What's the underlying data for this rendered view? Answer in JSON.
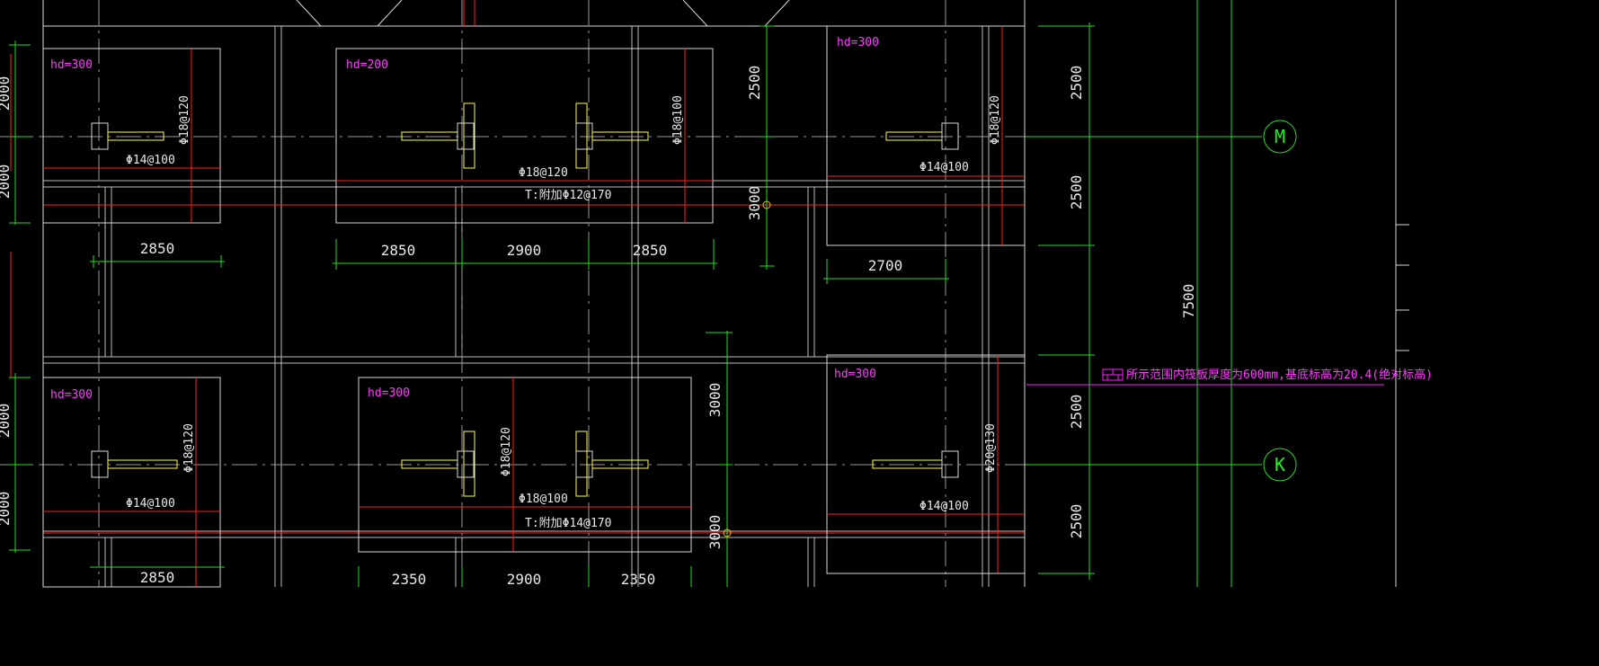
{
  "colors": {
    "background": "#000000",
    "outline": "#d8d8d8",
    "rebar": "#ff2020",
    "dimension": "#22dd22",
    "column": "#ffff40",
    "note": "#ff3cff"
  },
  "axes": {
    "M": "M",
    "K": "K"
  },
  "caps": [
    {
      "id": "c1",
      "hd": "hd=300",
      "bar_v": "Φ18@120",
      "bar_h": "Φ14@100"
    },
    {
      "id": "c2",
      "hd": "hd=200",
      "bar_v": "Φ18@100",
      "bar_h": "Φ18@120",
      "top_bar": "T:附加Φ12@170"
    },
    {
      "id": "c3",
      "hd": "hd=300",
      "bar_v": "Φ18@120",
      "bar_h": "Φ14@100"
    },
    {
      "id": "c4",
      "hd": "hd=300",
      "bar_v": "Φ18@120",
      "bar_h": "Φ14@100"
    },
    {
      "id": "c5",
      "hd": "hd=300",
      "bar_v": "Φ18@120",
      "bar_h": "Φ18@100",
      "top_bar": "T:附加Φ14@170"
    },
    {
      "id": "c6",
      "hd": "hd=300",
      "bar_v": "Φ20@130",
      "bar_h": "Φ14@100"
    }
  ],
  "dims": {
    "left_v": [
      "2000",
      "2000",
      "2000",
      "2000"
    ],
    "c1_w": "2850",
    "c2_w": [
      "2850",
      "2900",
      "2850"
    ],
    "c3_w": "2700",
    "c4_w": "2850",
    "c5_w": [
      "2350",
      "2900",
      "2350"
    ],
    "mid_v_top": [
      "2500",
      "3000"
    ],
    "mid_v_bot": [
      "3000",
      "3000"
    ],
    "right_v": [
      "2500",
      "2500",
      "2500",
      "2500"
    ],
    "total_v": "7500"
  },
  "note": "所示范围内筏板厚度为600mm,基底标高为20.4(绝对标高)"
}
